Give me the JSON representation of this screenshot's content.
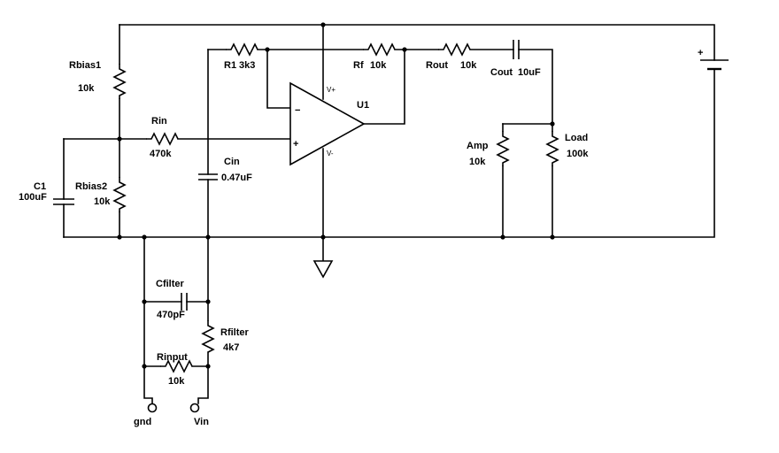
{
  "components": {
    "rbias1": {
      "name": "Rbias1",
      "value": "10k"
    },
    "rbias2": {
      "name": "Rbias2",
      "value": "10k"
    },
    "c1": {
      "name": "C1",
      "value": "100uF"
    },
    "rin": {
      "name": "Rin",
      "value": "470k"
    },
    "r1": {
      "name": "R1",
      "value": "3k3"
    },
    "rf": {
      "name": "Rf",
      "value": "10k"
    },
    "rout": {
      "name": "Rout",
      "value": "10k"
    },
    "cout": {
      "name": "Cout",
      "value": "10uF"
    },
    "cin": {
      "name": "Cin",
      "value": "0.47uF"
    },
    "amp": {
      "name": "Amp",
      "value": "10k"
    },
    "load": {
      "name": "Load",
      "value": "100k"
    },
    "cfilter": {
      "name": "Cfilter",
      "value": "470pF"
    },
    "rfilter": {
      "name": "Rfilter",
      "value": "4k7"
    },
    "rinput": {
      "name": "Rinput",
      "value": "10k"
    }
  },
  "opamp": {
    "name": "U1",
    "vplus": "V+",
    "vminus": "V-",
    "inverting_sign": "−",
    "noninverting_sign": "+"
  },
  "battery": {
    "plus_sign": "+"
  },
  "terminals": {
    "gnd": "gnd",
    "vin": "Vin"
  }
}
